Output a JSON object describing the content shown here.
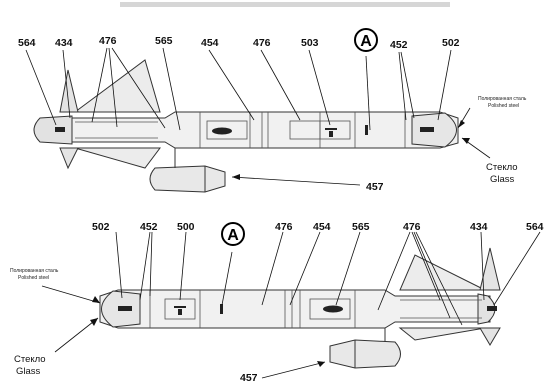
{
  "header_text": "",
  "callout_letter": "A",
  "top_view": {
    "labels": [
      "564",
      "434",
      "476",
      "565",
      "454",
      "476",
      "503",
      "452",
      "502"
    ],
    "tank_label": "457",
    "steel_note_ru": "Полированная сталь",
    "steel_note_en": "Polished steel",
    "glass_ru": "Стекло",
    "glass_en": "Glass"
  },
  "bottom_view": {
    "labels": [
      "502",
      "452",
      "500",
      "476",
      "454",
      "565",
      "476",
      "434",
      "564"
    ],
    "tank_label": "457",
    "steel_note_ru": "Полированная сталь",
    "steel_note_en": "Polished steel",
    "glass_ru": "Стекло",
    "glass_en": "Glass"
  }
}
